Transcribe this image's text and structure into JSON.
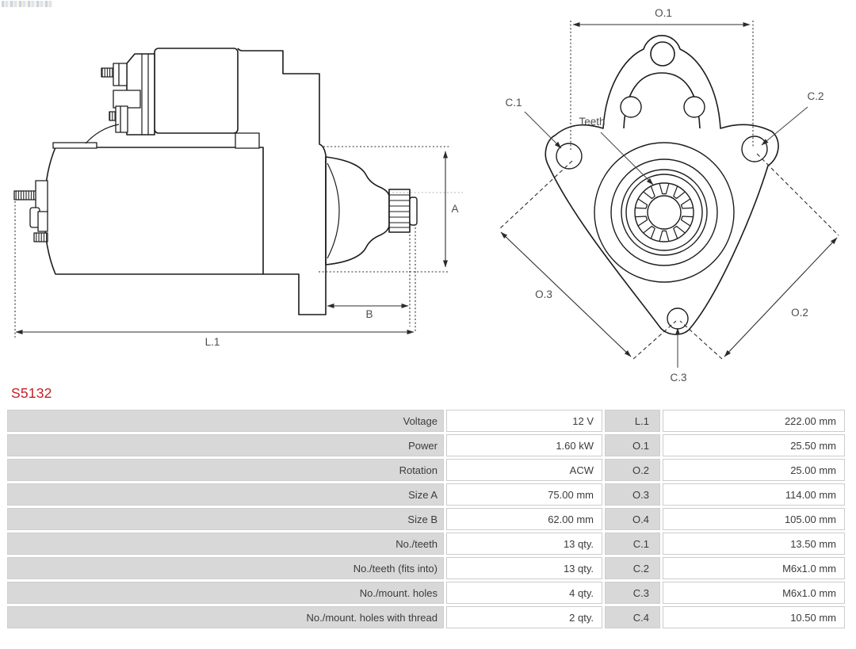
{
  "part_number": "S5132",
  "colors": {
    "part_number_red": "#c32026",
    "table_cell_gray": "#d8d8d8",
    "drawing_line": "#1c1c1c"
  },
  "drawing": {
    "side_view": {
      "a": "A",
      "b": "B",
      "l1": "L.1"
    },
    "front_view": {
      "o1": "O.1",
      "o2": "O.2",
      "o3": "O.3",
      "c1": "C.1",
      "c2": "C.2",
      "c3": "C.3",
      "teeth": "Teeth"
    }
  },
  "spec_table": {
    "rows": [
      {
        "label": "Voltage",
        "value": "12 V",
        "dim_key": "L.1",
        "dim_value": "222.00 mm"
      },
      {
        "label": "Power",
        "value": "1.60 kW",
        "dim_key": "O.1",
        "dim_value": "25.50 mm"
      },
      {
        "label": "Rotation",
        "value": "ACW",
        "dim_key": "O.2",
        "dim_value": "25.00 mm"
      },
      {
        "label": "Size A",
        "value": "75.00 mm",
        "dim_key": "O.3",
        "dim_value": "114.00 mm"
      },
      {
        "label": "Size B",
        "value": "62.00 mm",
        "dim_key": "O.4",
        "dim_value": "105.00 mm"
      },
      {
        "label": "No./teeth",
        "value": "13 qty.",
        "dim_key": "C.1",
        "dim_value": "13.50 mm"
      },
      {
        "label": "No./teeth (fits into)",
        "value": "13 qty.",
        "dim_key": "C.2",
        "dim_value": "M6x1.0 mm"
      },
      {
        "label": "No./mount. holes",
        "value": "4 qty.",
        "dim_key": "C.3",
        "dim_value": "M6x1.0 mm"
      },
      {
        "label": "No./mount. holes with thread",
        "value": "2 qty.",
        "dim_key": "C.4",
        "dim_value": "10.50 mm"
      }
    ]
  }
}
